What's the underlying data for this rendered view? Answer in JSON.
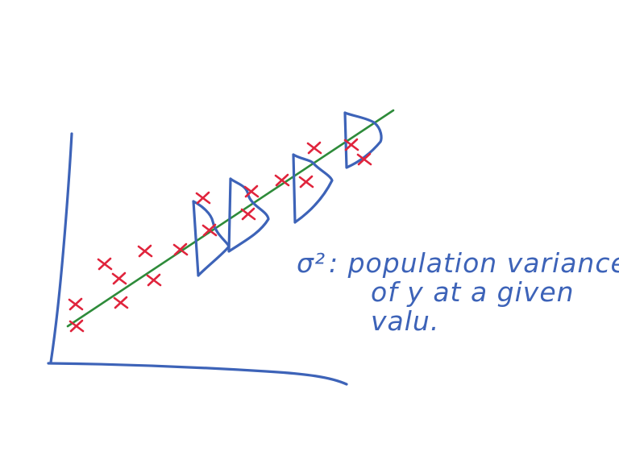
{
  "annotation": {
    "sigma": "σ²",
    "line1": ": population variance",
    "line2": "of y at a given",
    "line3": "valu."
  },
  "colors": {
    "axis": "#3d63b8",
    "fit_line": "#2e8b3a",
    "points": "#e0243c",
    "distributions": "#3d63b8",
    "text": "#3d63b8"
  },
  "icons": {
    "data_point": "x-mark-icon"
  }
}
